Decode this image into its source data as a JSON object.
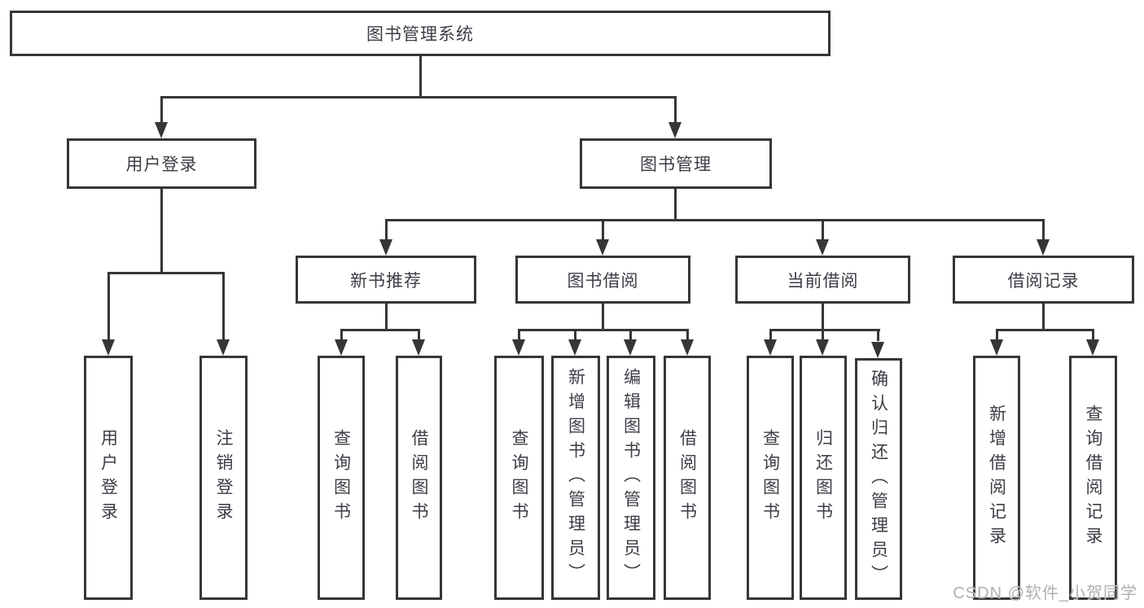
{
  "diagram": {
    "root": {
      "label": "图书管理系统"
    },
    "level2": [
      {
        "label": "用户登录"
      },
      {
        "label": "图书管理"
      }
    ],
    "level3": [
      {
        "label": "新书推荐"
      },
      {
        "label": "图书借阅"
      },
      {
        "label": "当前借阅"
      },
      {
        "label": "借阅记录"
      }
    ],
    "leaves": {
      "user_login": [
        "用户登录",
        "注销登录"
      ],
      "new_book": [
        "查询图书",
        "借阅图书"
      ],
      "book_borrow": [
        "查询图书",
        "新增图书（管理员）",
        "编辑图书（管理员）",
        "借阅图书"
      ],
      "current_borrow": [
        "查询图书",
        "归还图书",
        "确认归还（管理员）"
      ],
      "borrow_record": [
        "新增借阅记录",
        "查询借阅记录"
      ]
    }
  },
  "watermark": "CSDN @软件_小贺同学",
  "colors": {
    "line": "#363636",
    "text": "#3b3e45",
    "watermark": "#b0b0b0",
    "background": "#ffffff"
  }
}
